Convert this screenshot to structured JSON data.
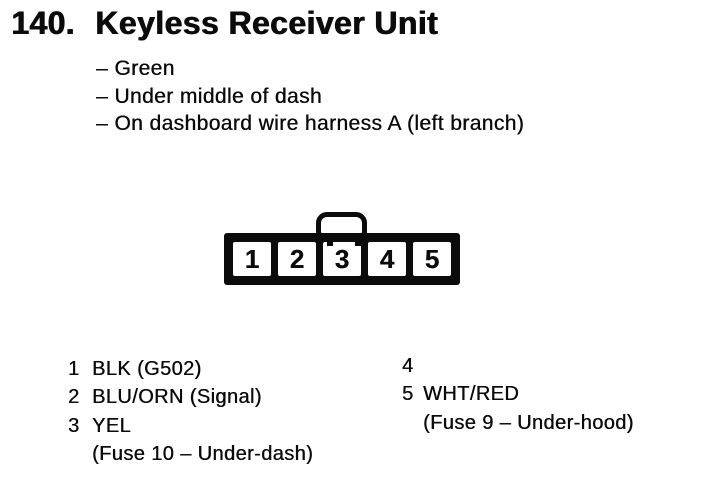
{
  "page": {
    "index_number": "140.",
    "title": "Keyless Receiver Unit",
    "notes": [
      "– Green",
      "– Under middle of dash",
      "– On dashboard wire harness A (left branch)"
    ]
  },
  "connector": {
    "pins": [
      "1",
      "2",
      "3",
      "4",
      "5"
    ]
  },
  "pin_legend": {
    "left_column": [
      {
        "pin": "1",
        "text": "BLK (G502)"
      },
      {
        "pin": "2",
        "text": "BLU/ORN (Signal)"
      },
      {
        "pin": "3",
        "text": "YEL"
      },
      {
        "pin": "",
        "text": "(Fuse 10 – Under-dash)"
      }
    ],
    "right_column": [
      {
        "pin": "4",
        "text": ""
      },
      {
        "pin": "5",
        "text": "WHT/RED"
      },
      {
        "pin": "",
        "text": "(Fuse 9 – Under-hood)"
      }
    ]
  },
  "colors": {
    "ink": "#0b0b0b",
    "paper": "#ffffff"
  }
}
